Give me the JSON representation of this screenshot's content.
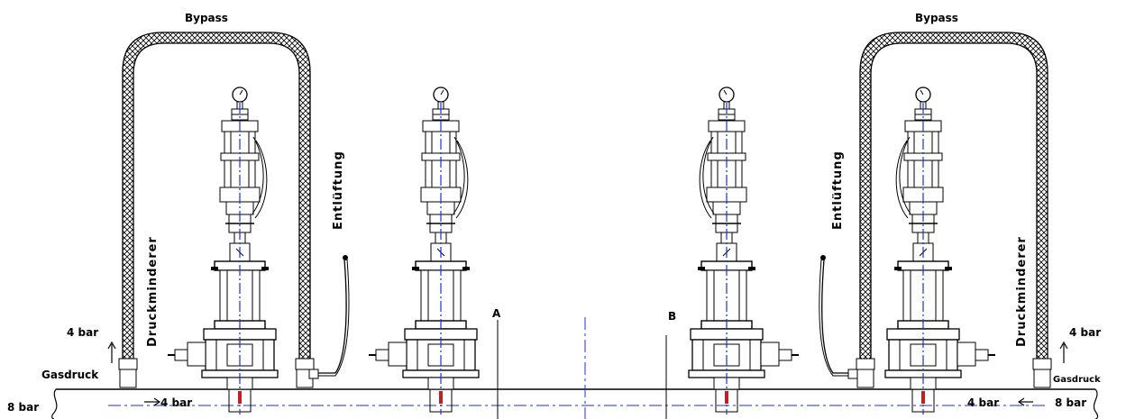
{
  "labels": {
    "bypass_left": "Bypass",
    "bypass_right": "Bypass",
    "entlueftung_left": "Entlüftung",
    "entlueftung_right": "Entlüftung",
    "druckminderer_left": "Druckminderer",
    "druckminderer_right": "Druckminderer",
    "pressure_4bar_up_left": "4 bar",
    "pressure_4bar_up_right": "4 bar",
    "gasdruck_left": "Gasdruck",
    "gasdruck_right": "Gasdruck",
    "inlet_8bar_left": "8 bar",
    "inlet_8bar_right": "8 bar",
    "outlet_4bar_left": "4 bar",
    "outlet_4bar_right": "4 bar",
    "section_a": "A",
    "section_b": "B"
  },
  "colors": {
    "line": "#000000",
    "centerline": "#1f2fd6",
    "hatch": "#000000"
  }
}
